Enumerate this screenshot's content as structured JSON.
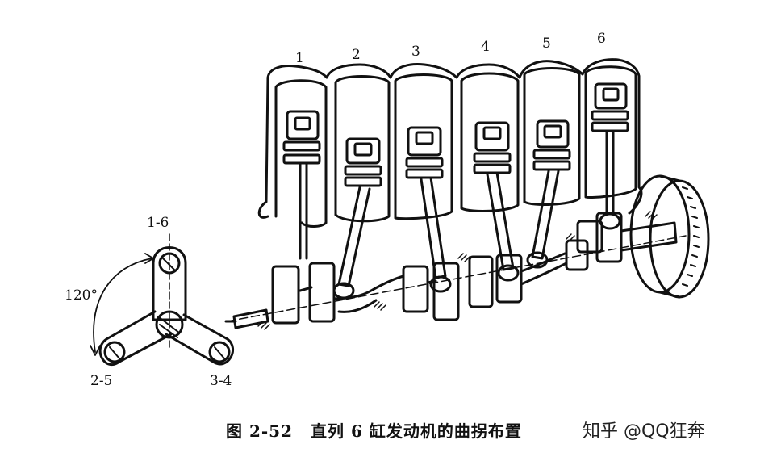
{
  "figure": {
    "number": "图 2-52",
    "title": "直列 6 缸发动机的曲拐布置"
  },
  "cylinders": [
    "1",
    "2",
    "3",
    "4",
    "5",
    "6"
  ],
  "crank_throws": {
    "top": "1-6",
    "left": "2-5",
    "right": "3-4",
    "angle": "120°"
  },
  "watermark": "知乎 @QQ狂奔"
}
